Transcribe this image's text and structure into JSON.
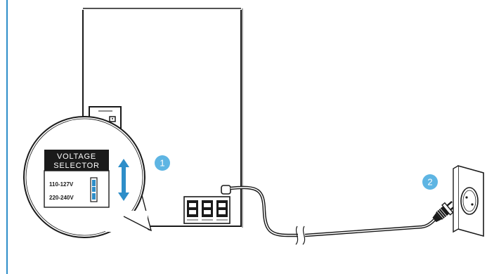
{
  "colors": {
    "accent": "#2e8ec9",
    "step_badge": "#5eb5e3",
    "outline": "#1a1a1a",
    "label_bg": "#1a1a1a"
  },
  "voltage_selector": {
    "title_line1": "VOLTAGE",
    "title_line2": "SELECTOR",
    "option_high": "110-127V",
    "option_low": "220-240V"
  },
  "steps": [
    {
      "number": "1"
    },
    {
      "number": "2"
    }
  ],
  "icons": [
    "double-arrow-icon",
    "power-plug-icon",
    "wall-socket-icon",
    "cable-break-icon"
  ]
}
